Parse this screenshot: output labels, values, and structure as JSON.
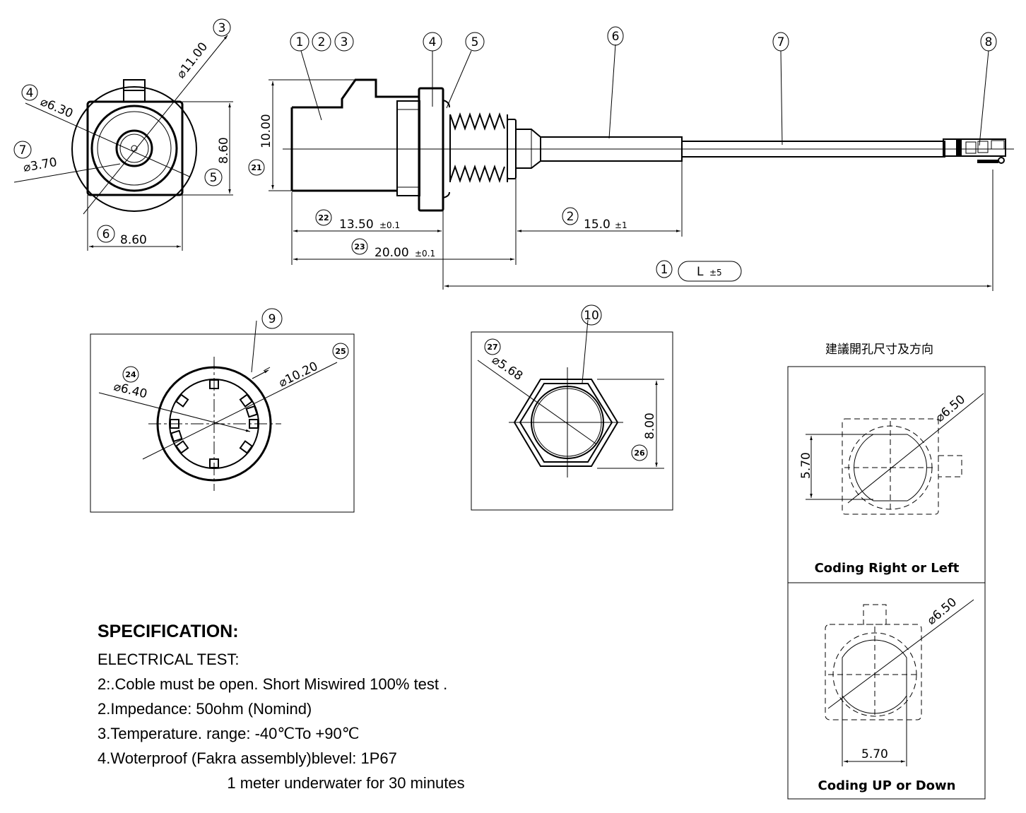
{
  "front_view": {
    "balloons": [
      "3",
      "4",
      "7",
      "5",
      "6"
    ],
    "dims": {
      "outer_dia": "⌀11.00",
      "inner_dia": "⌀6.30",
      "center_dia": "⌀3.70",
      "height": "8.60",
      "width": "8.60"
    }
  },
  "side_view": {
    "balloons": [
      "1",
      "2",
      "3",
      "4",
      "5",
      "6",
      "7",
      "8",
      "21",
      "22",
      "23",
      "2",
      "1"
    ],
    "dims": {
      "height": "10.00",
      "len_a": "13.50",
      "len_a_tol": "±0.1",
      "len_b": "20.00",
      "len_b_tol": "±0.1",
      "len_c": "15.0",
      "len_c_tol": "±1",
      "total": "L",
      "total_tol": "±5"
    }
  },
  "detail_9": {
    "balloons": [
      "9",
      "24",
      "25"
    ],
    "dims": {
      "inner": "⌀6.40",
      "outer": "⌀10.20"
    }
  },
  "detail_10": {
    "balloons": [
      "10",
      "27",
      "26"
    ],
    "dims": {
      "dia": "⌀5.68",
      "flat": "8.00"
    }
  },
  "cutout": {
    "title": "建議開孔尺寸及方向",
    "panels": [
      {
        "dia": "⌀6.50",
        "flat": "5.70",
        "caption": "Coding Right or Left"
      },
      {
        "dia": "⌀6.50",
        "flat": "5.70",
        "caption": "Coding UP or Down"
      }
    ]
  },
  "specification": {
    "title": "SPECIFICATION:",
    "lines": [
      "ELECTRICAL TEST:",
      "2:.Coble must be open. Short Miswired 100% test .",
      "2.Impedance: 50ohm (Nomind)",
      "3.Temperature. range: -40℃To +90℃",
      "4.Woterproof (Fakra assembly)blevel: 1P67",
      "                              1 meter underwater for 30 minutes"
    ]
  }
}
